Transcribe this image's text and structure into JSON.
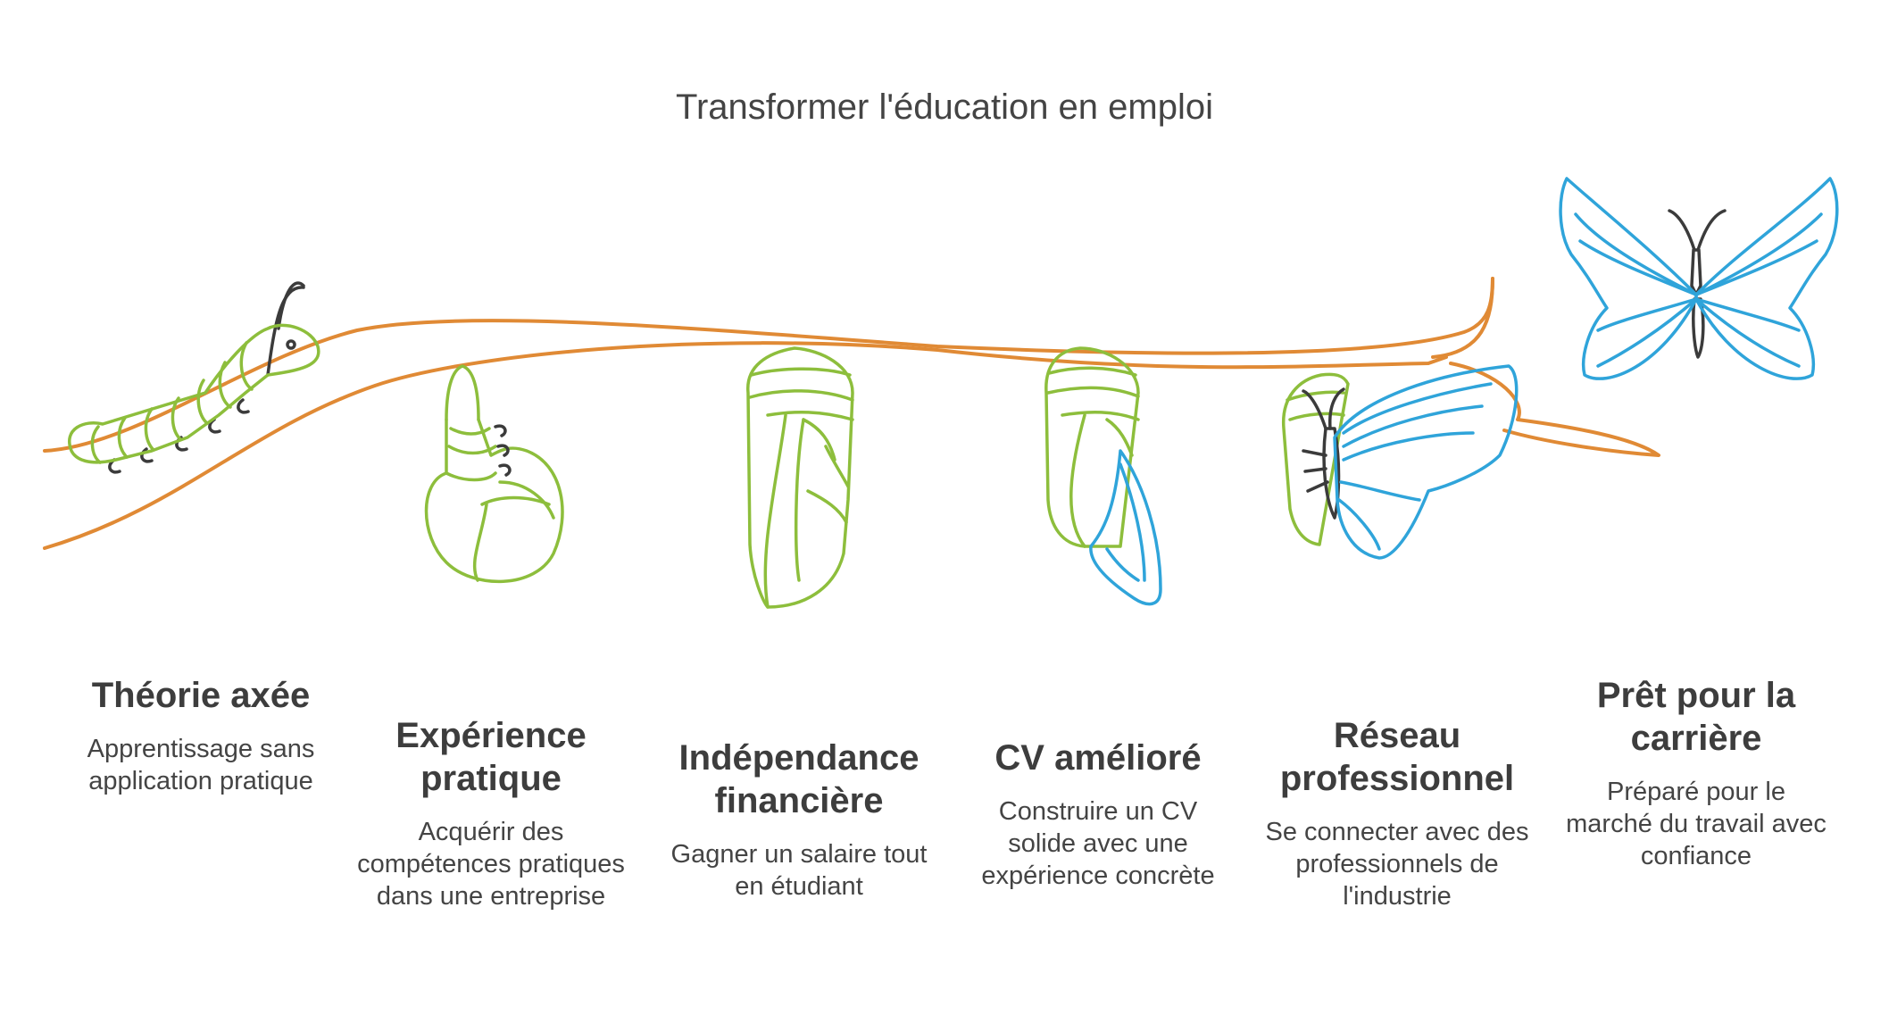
{
  "title": "Transformer l'éducation en emploi",
  "colors": {
    "branch": "#E08A35",
    "green": "#8DBE3C",
    "blue": "#2FA4DA",
    "dark": "#3b3b3b",
    "text": "#444444"
  },
  "stages": [
    {
      "title": "Théorie axée",
      "desc": "Apprentissage sans application pratique",
      "icon": "caterpillar-icon"
    },
    {
      "title": "Expérience pratique",
      "desc": "Acquérir des compétences pratiques dans une entreprise",
      "icon": "curled-caterpillar-icon"
    },
    {
      "title": "Indépendance financière",
      "desc": "Gagner un salaire tout en étudiant",
      "icon": "chrysalis-icon"
    },
    {
      "title": "CV amélioré",
      "desc": "Construire un CV solide avec une expérience concrète",
      "icon": "chrysalis-with-wing-icon"
    },
    {
      "title": "Réseau professionnel",
      "desc": "Se connecter avec des professionnels de l'industrie",
      "icon": "emerging-butterfly-icon"
    },
    {
      "title": "Prêt pour la carrière",
      "desc": "Préparé pour le marché du travail avec confiance",
      "icon": "butterfly-icon"
    }
  ]
}
